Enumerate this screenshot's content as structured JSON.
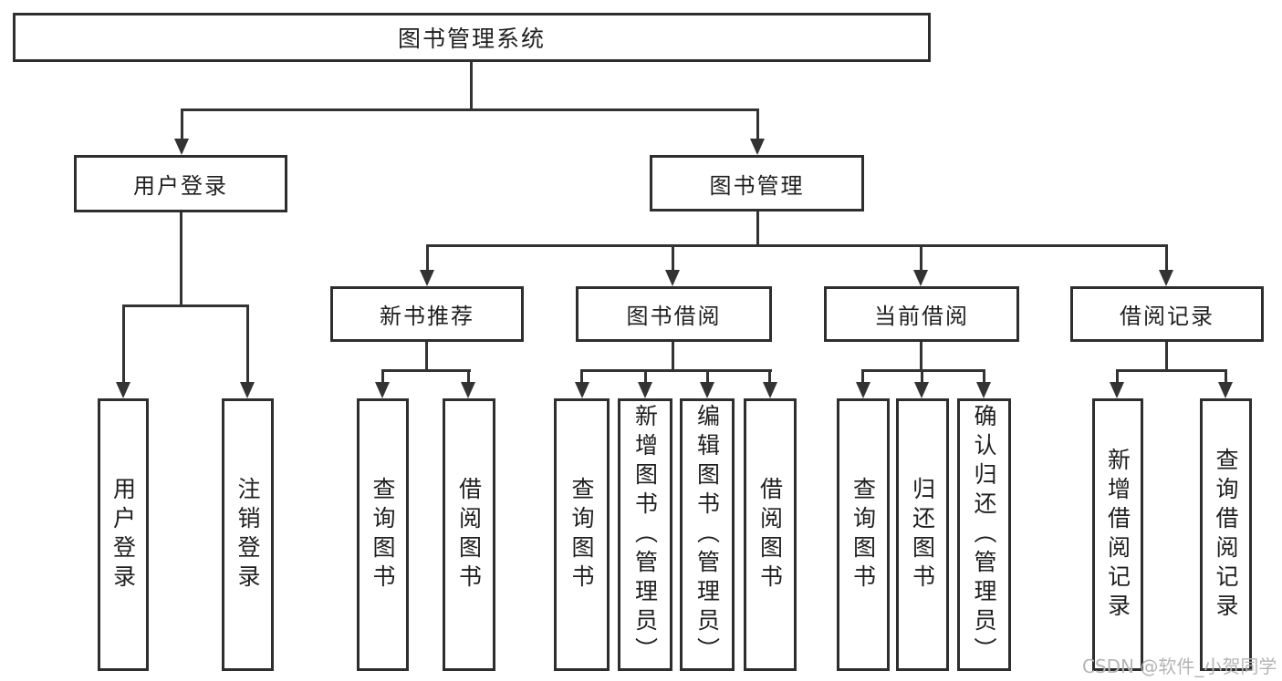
{
  "tree": {
    "root": "图书管理系统",
    "children": [
      {
        "label": "用户登录",
        "children": [
          "用户登录",
          "注销登录"
        ]
      },
      {
        "label": "图书管理",
        "children": [
          {
            "label": "新书推荐",
            "children": [
              "查询图书",
              "借阅图书"
            ]
          },
          {
            "label": "图书借阅",
            "children": [
              "查询图书",
              "新增图书（管理员）",
              "编辑图书（管理员）",
              "借阅图书"
            ]
          },
          {
            "label": "当前借阅",
            "children": [
              "查询图书",
              "归还图书",
              "确认归还（管理员）"
            ]
          },
          {
            "label": "借阅记录",
            "children": [
              "新增借阅记录",
              "查询借阅记录"
            ]
          }
        ]
      }
    ]
  },
  "watermark": "CSDN @软件_小贺同学",
  "colors": {
    "line": "#333333",
    "box_border": "#2e2e2e",
    "text": "#1f1f1f",
    "watermark_text": "#b5b5b5",
    "background": "#ffffff"
  }
}
